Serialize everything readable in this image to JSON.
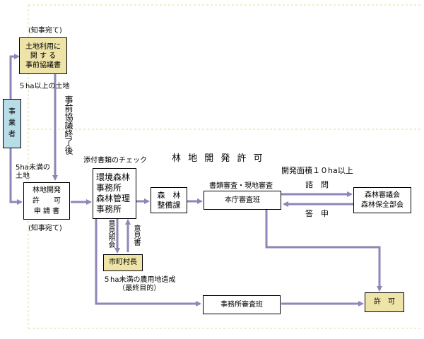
{
  "boxes": {
    "prior_consult": "土地利用に\n関 す る\n事前協議書",
    "operator": "事\n業\n者",
    "permit_application": "林地開発\n許　　可\n申 請 書",
    "env_forest_office": "環境森林\n事務所\n森林管理\n事務所",
    "forest_maintenance": "森　林\n整備課",
    "hq_review": "本庁審査班",
    "forest_council": "森林審議会\n森林保全部会",
    "municipal_head": "市町村長",
    "office_review": "事務所審査班",
    "permit": "許　可"
  },
  "labels": {
    "to_governor_top": "(知事宛て)",
    "over_5ha": "５ha以上の土地",
    "under_5ha": "5ha未満の\n土地",
    "to_governor_bottom": "(知事宛て)",
    "attachment_check": "添付書類のチェック",
    "forest_dev_permit": "林 地 開 発 許 可",
    "doc_field_review": "書類審査・現地審査",
    "area_over_10ha": "開発面積１０ha以上",
    "consultation": "諮　問",
    "report": "答　申",
    "under_5ha_farmland": "５ha未満の農用地造成\n（最終目的）"
  },
  "vertical_labels": {
    "after_prior_consult": "事前協議終了後",
    "opinion_inquiry": "意見照会",
    "opinion_letter": "意見書"
  },
  "colors": {
    "arrow": "#8e86b8",
    "dashed_border": "#dede9a",
    "highlight_fill": "#eee4a8",
    "operator_fill": "#b8dce8"
  }
}
